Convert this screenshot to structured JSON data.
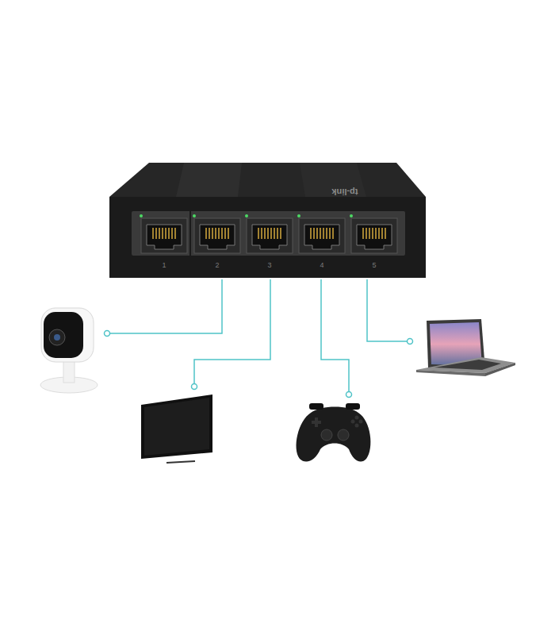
{
  "diagram": {
    "labels": [
      "tp-link",
      "1",
      "2",
      "3",
      "4",
      "5"
    ]
  }
}
